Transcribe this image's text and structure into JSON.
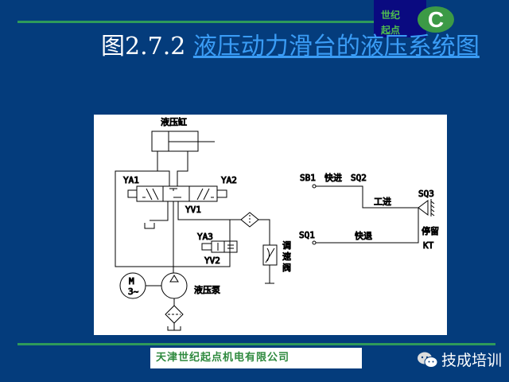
{
  "logo": {
    "line1": "世纪",
    "line2": "起点",
    "letter": "C"
  },
  "title": {
    "prefix": "图2.7.2 ",
    "link": "液压动力滑台的液压系统图"
  },
  "diagram": {
    "cylinder_label": "液压缸",
    "ya1": "YA1",
    "ya2": "YA2",
    "yv1": "YV1",
    "ya3": "YA3",
    "yv2": "YV2",
    "motor_m": "M",
    "motor_phase": "3~",
    "pump_label": "液压泵",
    "speed_valve_label": [
      "调",
      "速",
      "阀"
    ],
    "sb1": "SB1",
    "fast_forward": "快进",
    "sq2": "SQ2",
    "work_feed": "工进",
    "sq3": "SQ3",
    "sq1": "SQ1",
    "fast_return": "快退",
    "dwell": "停留",
    "kt": "KT"
  },
  "footer": {
    "company": "天津世纪起点机电有限公司",
    "wechat": "技成培训"
  },
  "colors": {
    "background": "#043c7c",
    "accent_line": "#2e9a5a",
    "link": "#3a9cf5"
  }
}
